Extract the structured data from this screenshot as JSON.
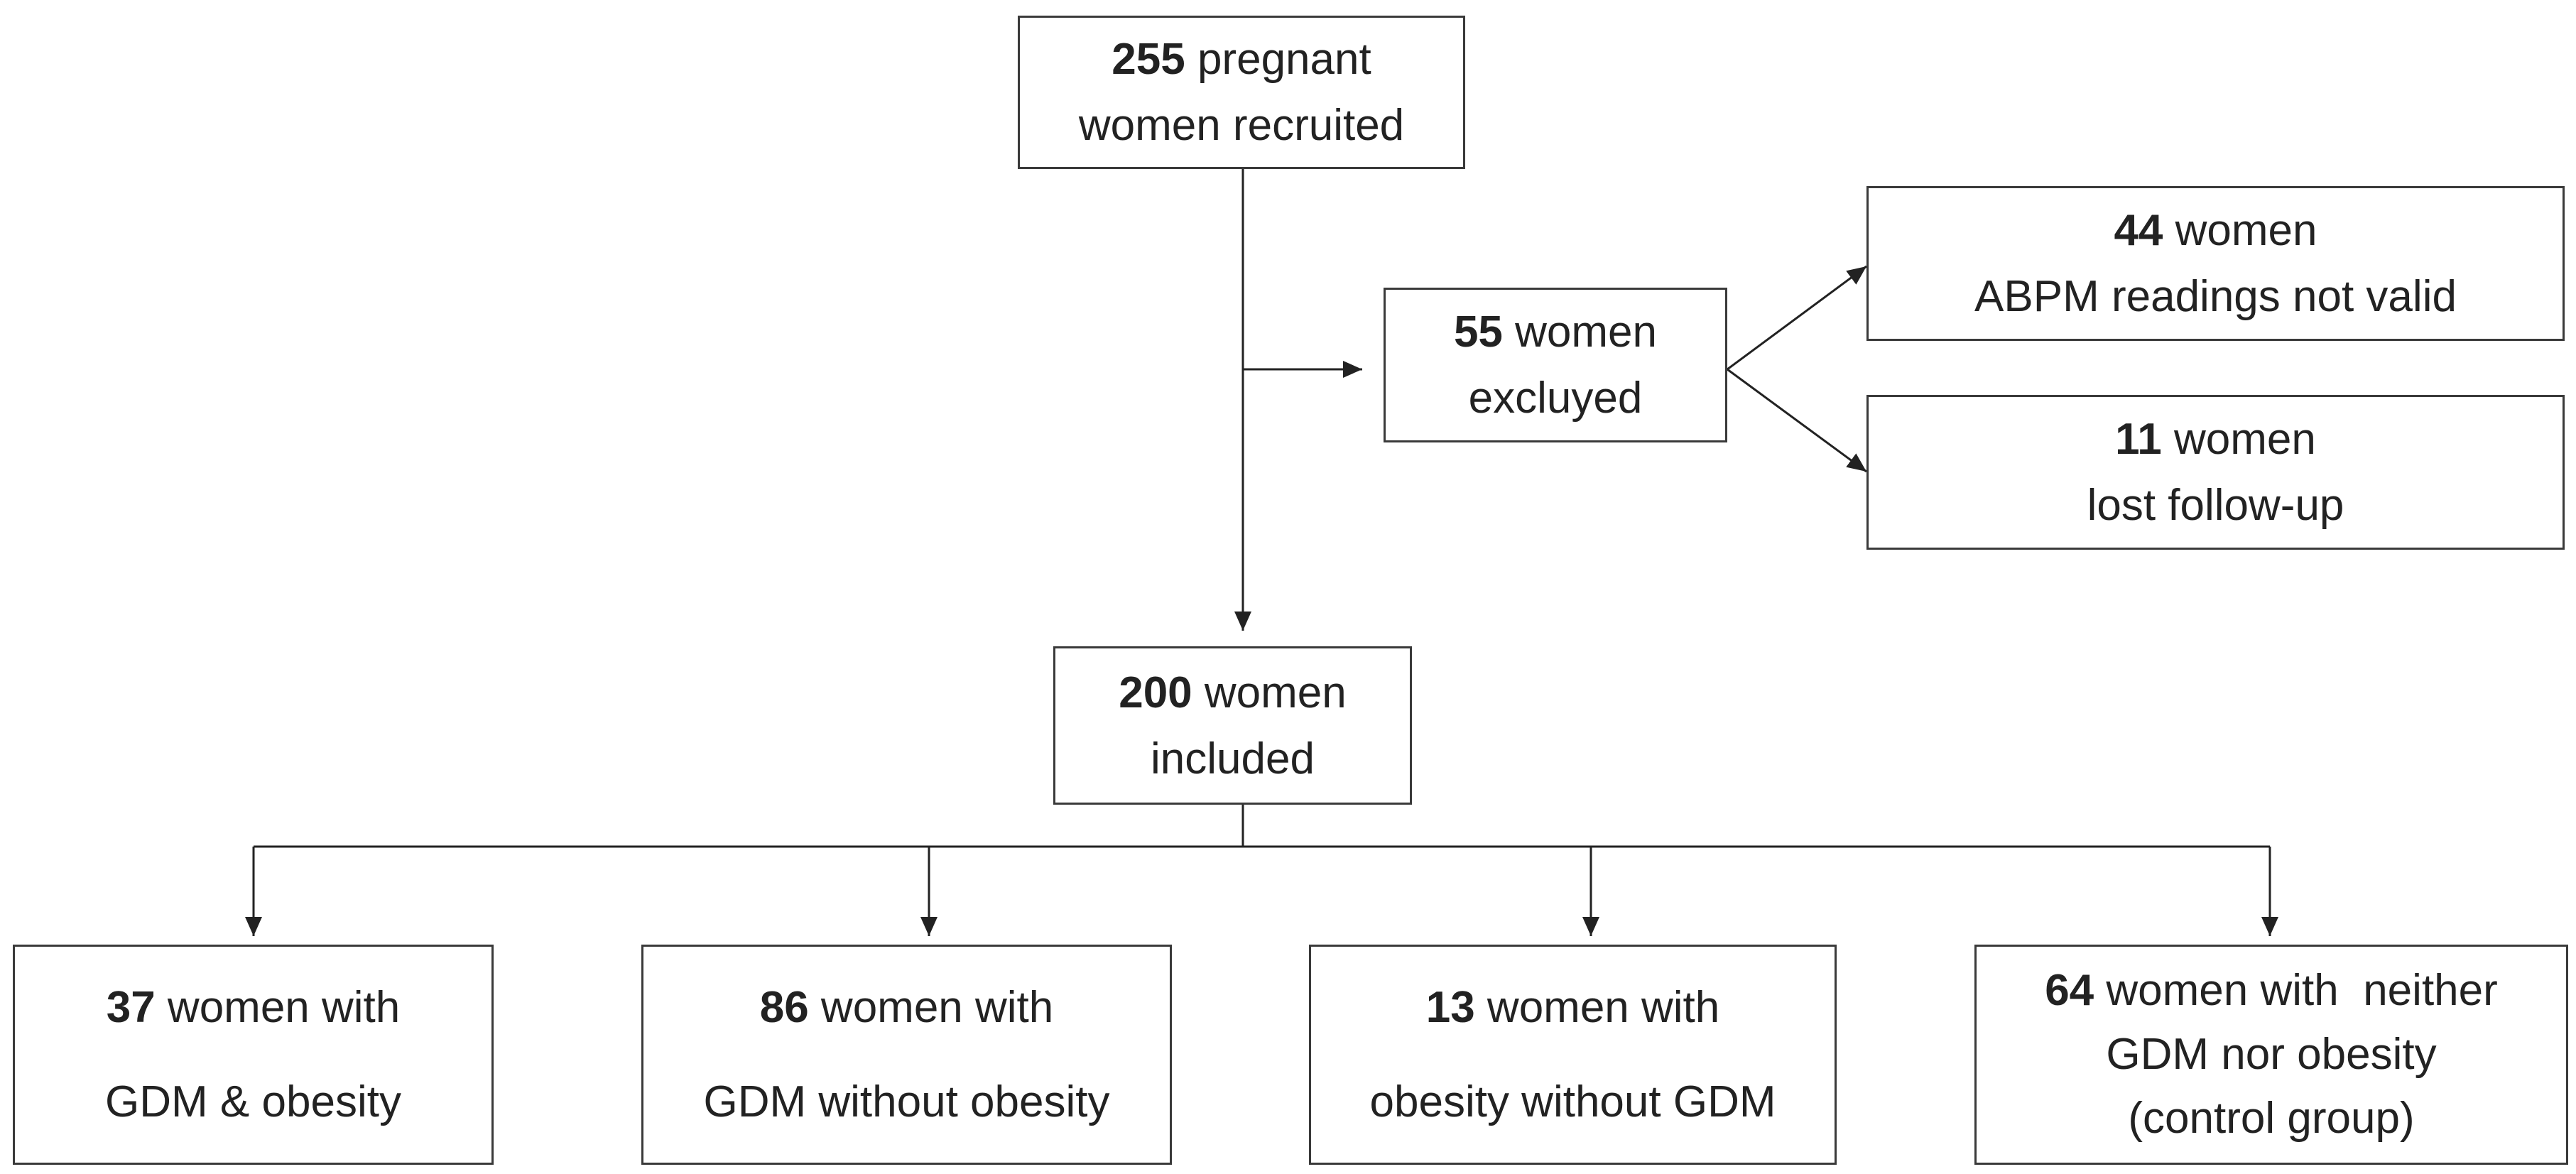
{
  "recruited": {
    "count": "255",
    "text1": "pregnant",
    "text2": "women recruited"
  },
  "excluded": {
    "count": "55",
    "text1": "women",
    "text2": "excluyed"
  },
  "invalid_abpm": {
    "count": "44",
    "text1": "women",
    "text2": "ABPM readings not valid"
  },
  "lost_followup": {
    "count": "11",
    "text1": "women",
    "text2": "lost follow-up"
  },
  "included": {
    "count": "200",
    "text1": "women",
    "text2": "included"
  },
  "groups": [
    {
      "count": "37",
      "text1": "women with",
      "text2": "GDM & obesity",
      "text3": ""
    },
    {
      "count": "86",
      "text1": "women with",
      "text2": "GDM without obesity",
      "text3": ""
    },
    {
      "count": "13",
      "text1": "women with",
      "text2": "obesity without GDM",
      "text3": ""
    },
    {
      "count": "64",
      "text1": "women with  neither",
      "text2": "GDM nor obesity",
      "text3": "(control group)"
    }
  ]
}
